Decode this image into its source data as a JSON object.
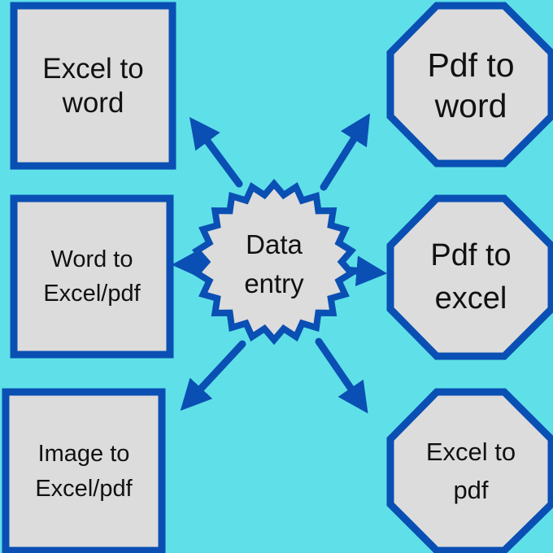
{
  "colors": {
    "background": "#5fe0e8",
    "node_fill": "#dcdcdc",
    "node_stroke": "#0a4fb3",
    "arrow": "#0a4fb3",
    "text": "#111111"
  },
  "center": {
    "line1": "Data",
    "line2": "entry"
  },
  "nodes": {
    "excel_to_word": {
      "line1": "Excel to",
      "line2": "word"
    },
    "word_to_excel_pdf": {
      "line1": "Word to",
      "line2": "Excel/pdf"
    },
    "image_to_excel_pdf": {
      "line1": "Image to",
      "line2": "Excel/pdf"
    },
    "pdf_to_word": {
      "line1": "Pdf to",
      "line2": "word"
    },
    "pdf_to_excel": {
      "line1": "Pdf to",
      "line2": "excel"
    },
    "excel_to_pdf": {
      "line1": "Excel to",
      "line2": "pdf"
    }
  }
}
